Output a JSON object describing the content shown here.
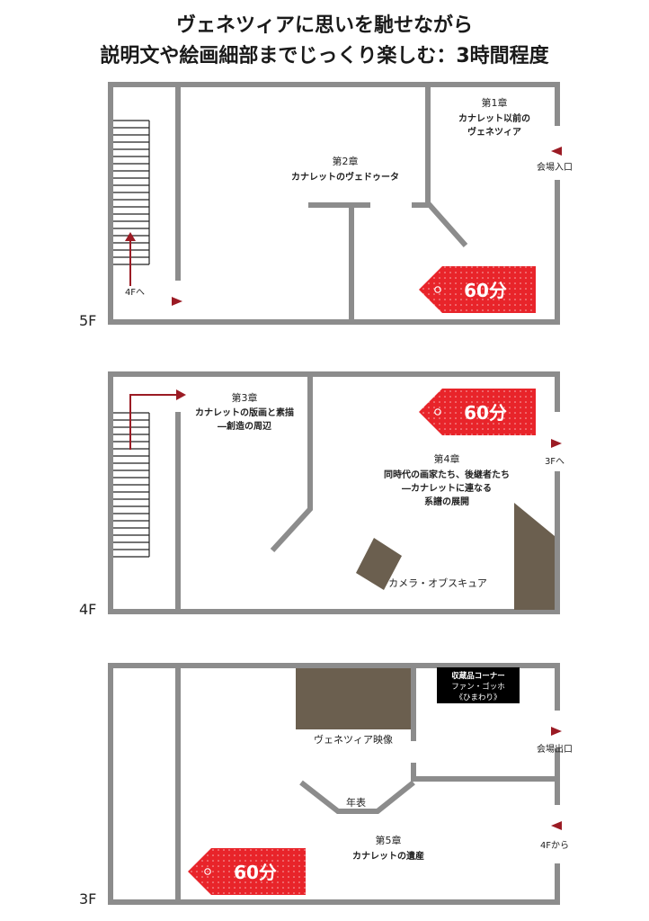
{
  "header": {
    "line1": "ヴェネツィアに思いを馳せながら",
    "line2": "説明文や絵画細部までじっくり楽しむ：3時間程度"
  },
  "colors": {
    "wall": "#8c8c8c",
    "tag": "#e8242a",
    "arrow": "#9b1b24",
    "block": "#6b5f4f"
  },
  "floors": {
    "f5": {
      "name": "5F",
      "ch1": {
        "num": "第1章",
        "line1": "カナレット以前の",
        "line2": "ヴェネツィア"
      },
      "ch2": {
        "num": "第2章",
        "title": "カナレットのヴェドゥータ"
      },
      "entrance": "会場入口",
      "to4f": "4Fへ",
      "time": "60分"
    },
    "f4": {
      "name": "4F",
      "ch3": {
        "num": "第3章",
        "line1": "カナレットの版画と素描",
        "line2": "―創造の周辺"
      },
      "ch4": {
        "num": "第4章",
        "line1": "同時代の画家たち、後継者たち",
        "line2": "―カナレットに連なる",
        "line3": "系譜の展開"
      },
      "camera": "カメラ・オブスキュア",
      "to3f": "3Fへ",
      "time": "60分"
    },
    "f3": {
      "name": "3F",
      "collection": {
        "line1": "収蔵品コーナー",
        "line2": "ファン・ゴッホ",
        "line3": "《ひまわり》"
      },
      "video": "ヴェネツィア映像",
      "chronology": "年表",
      "ch5": {
        "num": "第5章",
        "title": "カナレットの遺産"
      },
      "exit": "会場出口",
      "from4f": "4Fから",
      "time": "60分"
    }
  }
}
